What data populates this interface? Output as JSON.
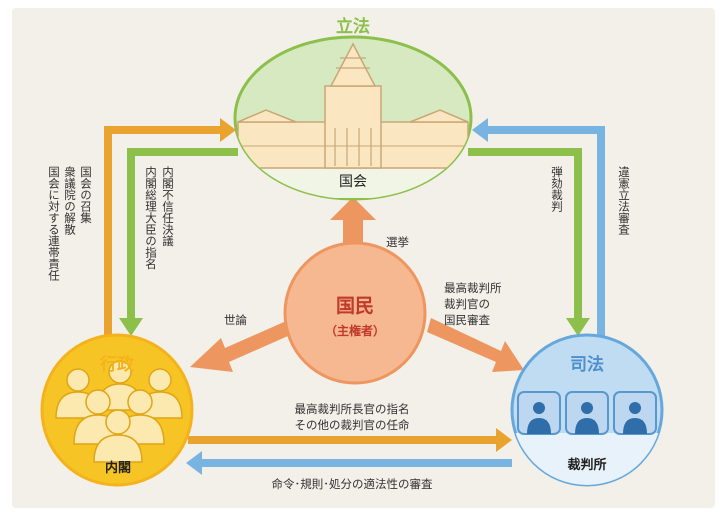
{
  "colors": {
    "background": "#f3efe9",
    "legislative": "#8cc04b",
    "legislative_fill": "#d6e9c0",
    "executive": "#f4b21c",
    "executive_fill": "#f7c425",
    "judicial": "#66a8dc",
    "judicial_fill": "#bfdcf3",
    "people": "#f0a070",
    "people_fill": "#f6b890",
    "orange_arrow": "#eba330",
    "green_arrow": "#8cc04b",
    "blue_arrow": "#78b4e2",
    "people_arrow": "#ee9660"
  },
  "icons": {
    "diet_building": "diet-building-icon",
    "cabinet_people": "people-group-icon",
    "court_judges": "judges-icon"
  },
  "legislative": {
    "title": "立法",
    "body": "国会"
  },
  "executive": {
    "title": "行政",
    "body": "内閣"
  },
  "judicial": {
    "title": "司法",
    "body": "裁判所"
  },
  "people": {
    "title": "国民",
    "subtitle": "（主権者）"
  },
  "relations": {
    "exec_to_leg": [
      "国会の召集",
      "衆議院の解散",
      "国会に対する連帯責任"
    ],
    "leg_to_exec": [
      "内閣不信任決議",
      "内閣総理大臣の指名"
    ],
    "leg_to_jud": [
      "弾劾裁判"
    ],
    "jud_to_leg": [
      "違憲立法審査"
    ],
    "people_to_leg": "選挙",
    "people_to_exec": "世論",
    "people_to_jud": [
      "最高裁判所",
      "裁判官の",
      "国民審査"
    ],
    "exec_to_jud": [
      "最高裁判所長官の指名",
      "その他の裁判官の任命"
    ],
    "jud_to_exec": "命令･規則･処分の適法性の審査"
  }
}
